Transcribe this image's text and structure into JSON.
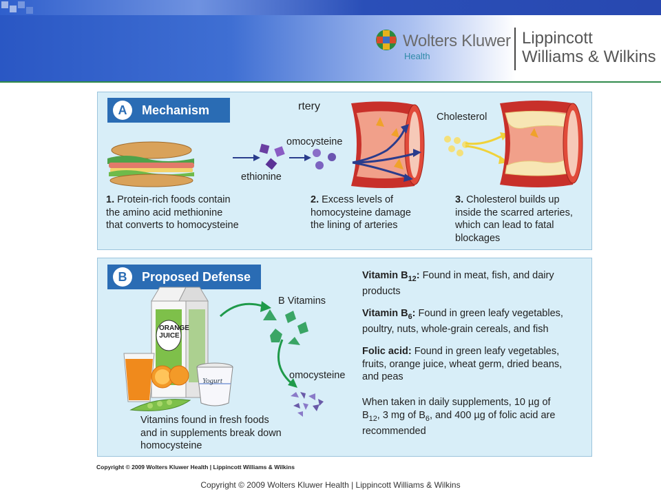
{
  "header": {
    "publisher_name": "Wolters Kluwer",
    "publisher_division": "Health",
    "imprint_line1": "Lippincott",
    "imprint_line2": "Williams & Wilkins"
  },
  "panel_a": {
    "letter": "A",
    "title": "Mechanism",
    "label_artery": "rtery",
    "label_methionine": "ethionine",
    "label_homocysteine": "omocysteine",
    "label_cholesterol": "Cholesterol",
    "step1_num": "1.",
    "step1_lines": [
      "Protein-rich foods contain",
      "the amino acid methionine",
      "that converts to homocysteine"
    ],
    "step2_num": "2.",
    "step2_lines": [
      "Excess levels of",
      "homocysteine damage",
      "the lining of arteries"
    ],
    "step3_num": "3.",
    "step3_lines": [
      "Cholesterol builds up",
      "inside the scarred arteries,",
      "which can lead to fatal",
      "blockages"
    ]
  },
  "panel_b": {
    "letter": "B",
    "title": "Proposed Defense",
    "label_b_vitamins": "B Vitamins",
    "label_homocysteine": "omocysteine",
    "carton_line1": "ORANGE",
    "carton_line2": "JUICE",
    "yogurt_label": "Yogurt",
    "caption_lines": [
      "Vitamins found in fresh foods",
      "and in supplements break down",
      "homocysteine"
    ],
    "b12": {
      "name": "Vitamin B",
      "sub": "12",
      "colon": ":",
      "line1": " Found in meat, fish, and dairy",
      "line2": "products"
    },
    "b6": {
      "name": "Vitamin B",
      "sub": "6",
      "colon": ":",
      "line1": " Found in green leafy vegetables,",
      "line2": "poultry, nuts, whole-grain cereals, and fish"
    },
    "folic": {
      "name": "Folic acid:",
      "line1": " Found in green leafy vegetables,",
      "line2": "fruits, orange juice, wheat germ, dried beans,",
      "line3": "and peas"
    },
    "supplement": {
      "line1": "When taken in daily supplements, 10 µg of",
      "l2a": "B",
      "l2a_sub": "12",
      "l2b": ", 3 mg of B",
      "l2b_sub": "6",
      "l2c": ", and 400 µg of folic acid are",
      "line3": "recommended"
    }
  },
  "copyright_small": "Copyright © 2009 Wolters Kluwer Health | Lippincott Williams & Wilkins",
  "copyright_footer": "Copyright © 2009 Wolters Kluwer Health | Lippincott Williams & Wilkins",
  "colors": {
    "header_blue": "#2a57c4",
    "panel_bg": "#d8eef8",
    "title_bar": "#2a6cb4",
    "artery_red": "#c8302a",
    "vitamin_green": "#3aa565",
    "arrow_green": "#1f9a4a",
    "purple": "#6a5aa8"
  }
}
